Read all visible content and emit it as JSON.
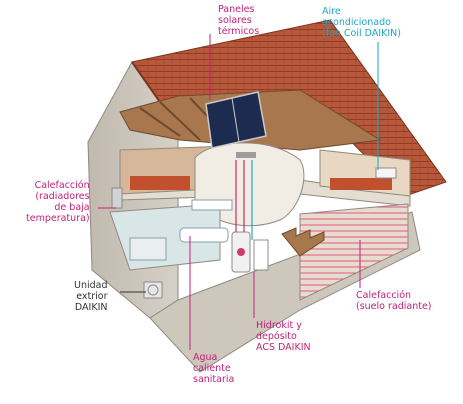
{
  "colors": {
    "callout_pink": "#c2207a",
    "callout_cyan": "#1aa8c4",
    "callout_dark": "#333333",
    "roof_tile": "#b5563a",
    "wall": "#c9c3b8",
    "floor_heating_pipe": "#e35a8a"
  },
  "labels": {
    "paneles": [
      "Paneles",
      "solares",
      "térmicos"
    ],
    "aire": [
      "Aire",
      "acondicionado",
      "(fan Coil DAIKIN)"
    ],
    "calefaccion_radiadores": [
      "Calefacción",
      "(radiadores",
      "de baja",
      "temperatura)"
    ],
    "unidad": [
      "Unidad",
      "extrior",
      "DAIKIN"
    ],
    "calefaccion_suelo": [
      "Calefacción",
      "(suelo radiante)"
    ],
    "hidrokit": [
      "Hidrokit y",
      "depósito",
      "ACS DAIKIN"
    ],
    "agua": [
      "Agua",
      "caliente",
      "sanitaria"
    ]
  },
  "icons": {
    "solar_panel": "solar-panel-icon",
    "fan_coil": "fan-coil-icon",
    "radiator": "radiator-icon",
    "outdoor_unit": "outdoor-unit-icon",
    "tank": "hot-water-tank-icon"
  }
}
